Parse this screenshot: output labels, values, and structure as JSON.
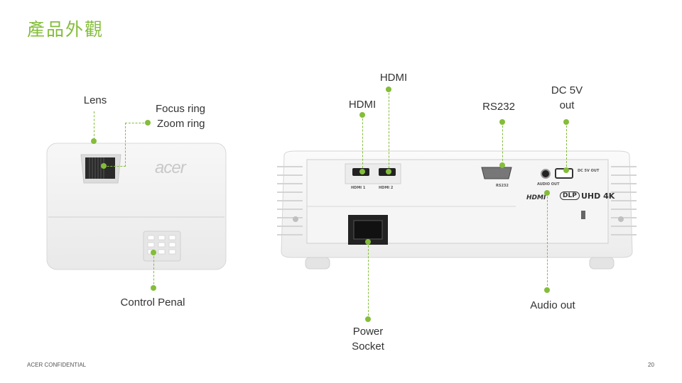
{
  "slide": {
    "title": "產品外觀",
    "footer_left": "ACER CONFIDENTIAL",
    "page_number": "20"
  },
  "top_view": {
    "brand_logo": "acer",
    "callouts": {
      "lens": "Lens",
      "focus_ring": "Focus ring",
      "zoom_ring": "Zoom ring",
      "control_panel": "Control Penal"
    }
  },
  "rear_view": {
    "callouts": {
      "hdmi_1": "HDMI",
      "hdmi_2": "HDMI",
      "rs232": "RS232",
      "dc_5v_out_line1": "DC 5V",
      "dc_5v_out_line2": "out",
      "power_socket_line1": "Power",
      "power_socket_line2": "Socket",
      "audio_out": "Audio out"
    },
    "port_labels": {
      "hdmi1": "HDMI 1",
      "hdmi2": "HDMI 2",
      "rs232": "RS232",
      "audio_out": "AUDIO OUT",
      "dc_5v_out": "DC 5V OUT",
      "hdmi_logo": "HDMI",
      "dlp_logo": "DLP",
      "uhd_logo": "UHD 4K"
    }
  },
  "colors": {
    "accent": "#84bd3a",
    "projector_body": "#f1f1f1",
    "text": "#333333"
  }
}
